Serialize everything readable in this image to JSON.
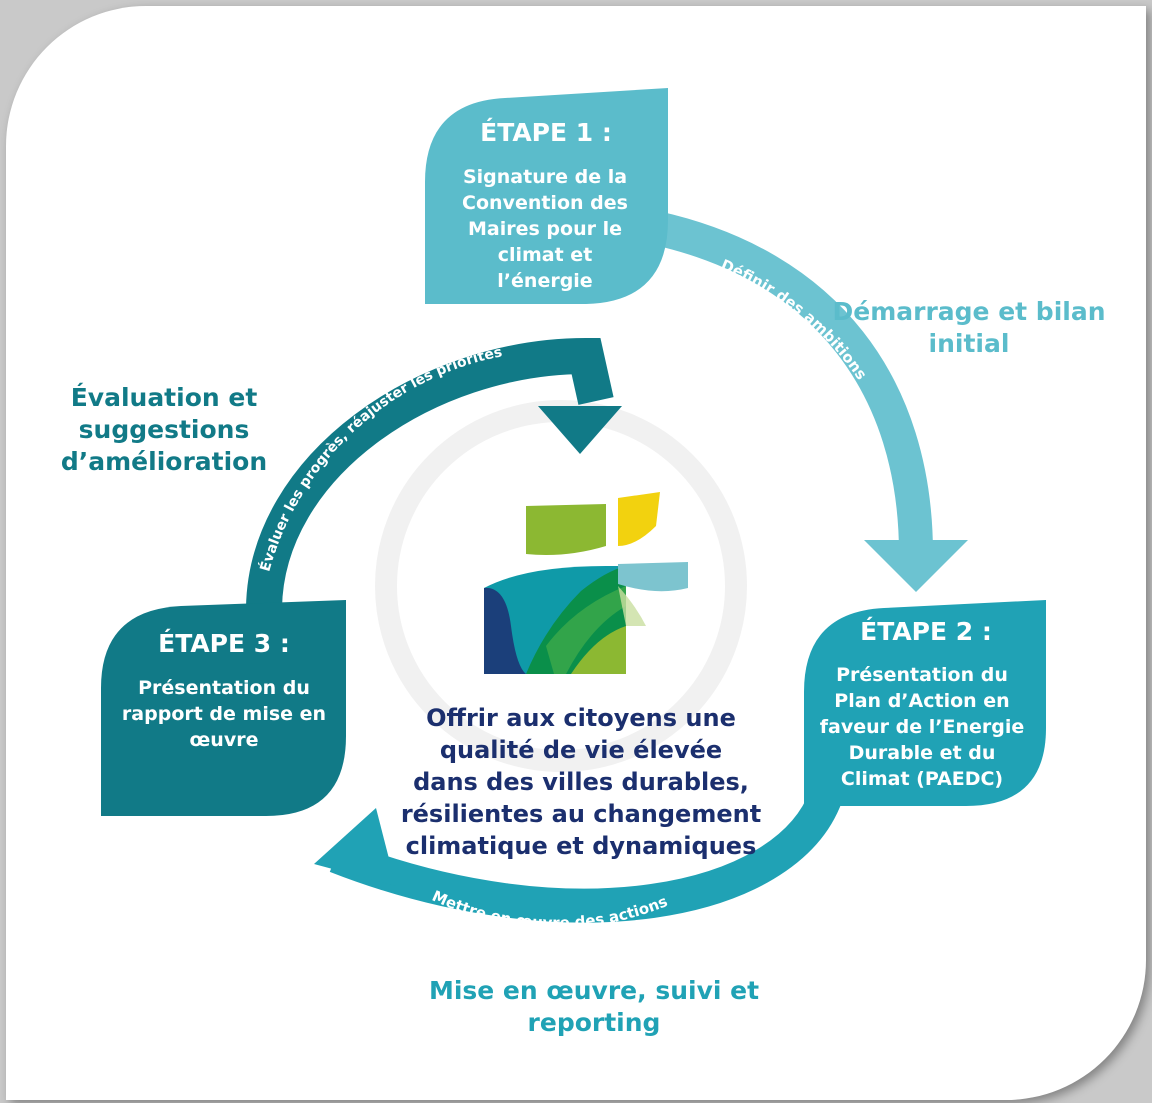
{
  "steps": [
    {
      "title": "ÉTAPE 1 :",
      "lines": [
        "Signature de la",
        "Convention des",
        "Maires pour le",
        "climat et",
        "l’énergie"
      ],
      "color": "#5bbccb"
    },
    {
      "title": "ÉTAPE 2 :",
      "lines": [
        "Présentation du",
        "Plan d’Action en",
        "faveur de l’Energie",
        "Durable et du",
        "Climat (PAEDC)"
      ],
      "color": "#20a2b5"
    },
    {
      "title": "ÉTAPE 3 :",
      "lines": [
        "Présentation du",
        "rapport de mise en",
        "œuvre"
      ],
      "color": "#117a87"
    }
  ],
  "phases": [
    {
      "lines": [
        "Démarrage et bilan",
        "initial"
      ],
      "color": "#5bbccb"
    },
    {
      "lines": [
        "Mise en œuvre, suivi et",
        "reporting"
      ],
      "color": "#20a2b5"
    },
    {
      "lines": [
        "Évaluation et",
        "suggestions",
        "d’amélioration"
      ],
      "color": "#117a87"
    }
  ],
  "arrows": {
    "step1_to_step2": "Définir des ambitions",
    "step2_to_step3": "Mettre en œuvre des actions",
    "step3_to_center": "Évaluer les progrès, réajuster les priorités"
  },
  "center": {
    "lines": [
      "Offrir aux citoyens une",
      "qualité de vie élevée",
      "dans des villes durables,",
      "résilientes au changement",
      "climatique et dynamiques"
    ],
    "color": "#1b2f6e"
  },
  "logo": {
    "icon": "covenant-of-mayors-leaf-logo",
    "colors": [
      "#1b3f7a",
      "#0f9aa8",
      "#0a8f4a",
      "#8cb832",
      "#f2d20f",
      "#7dc4cf"
    ]
  }
}
